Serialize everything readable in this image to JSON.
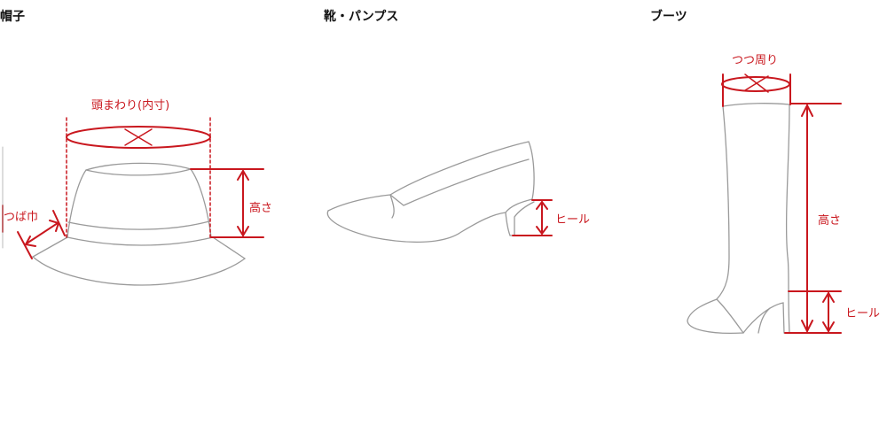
{
  "colors": {
    "accent": "#c9171e",
    "outline": "#9a9a9a"
  },
  "sections": {
    "hat": {
      "title": "帽子",
      "head_circumference": "頭まわり(内寸)",
      "height": "高さ",
      "brim_width": "つば巾"
    },
    "pumps": {
      "title": "靴・パンプス",
      "heel": "ヒール"
    },
    "boots": {
      "title": "ブーツ",
      "shaft_circumference": "つつ周り",
      "height": "高さ",
      "heel": "ヒール"
    }
  }
}
